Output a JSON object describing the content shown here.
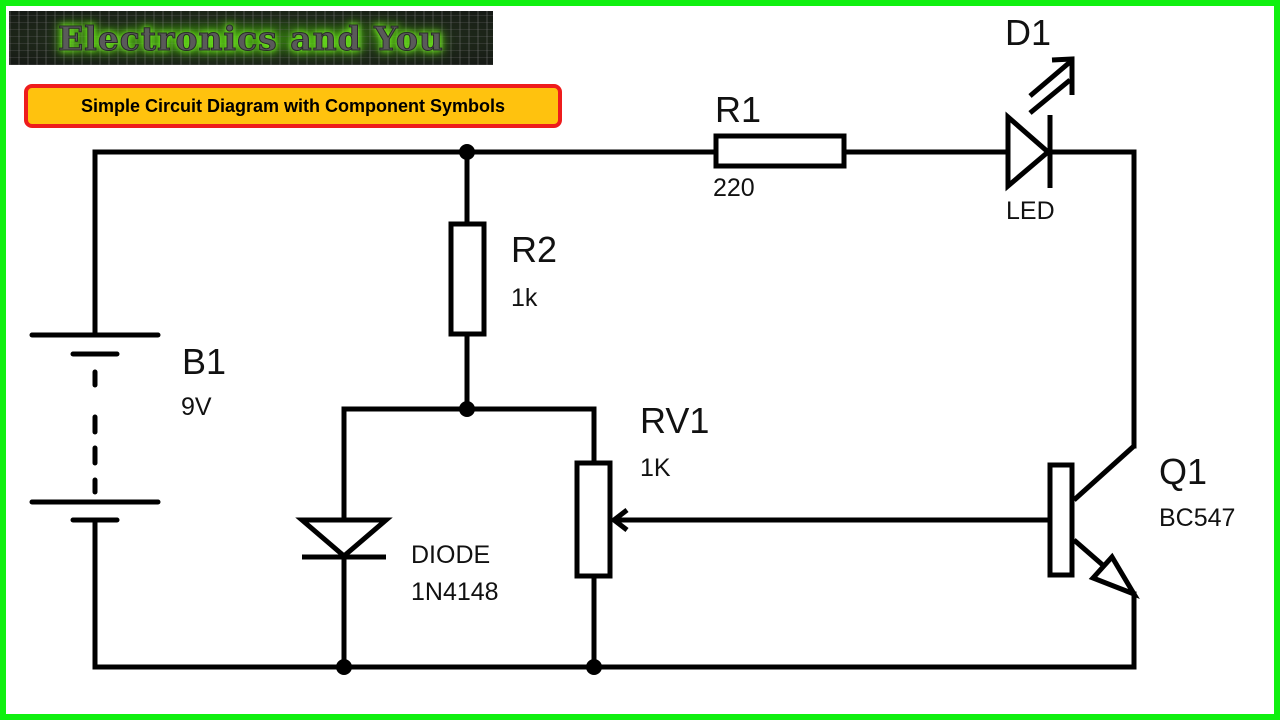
{
  "banner": {
    "text": "Electronics and You"
  },
  "title": {
    "text": "Simple Circuit Diagram with Component Symbols"
  },
  "colors": {
    "frame": "#10f010",
    "title_fill": "#ffc20e",
    "title_border": "#ee1c1c",
    "wire": "#000000"
  },
  "components": {
    "battery": {
      "ref": "B1",
      "value": "9V"
    },
    "r1": {
      "ref": "R1",
      "value": "220"
    },
    "led": {
      "ref": "D1",
      "value": "LED"
    },
    "r2": {
      "ref": "R2",
      "value": "1k"
    },
    "pot": {
      "ref": "RV1",
      "value": "1K"
    },
    "diode": {
      "ref": "DIODE",
      "value": "1N4148"
    },
    "transistor": {
      "ref": "Q1",
      "value": "BC547"
    }
  }
}
